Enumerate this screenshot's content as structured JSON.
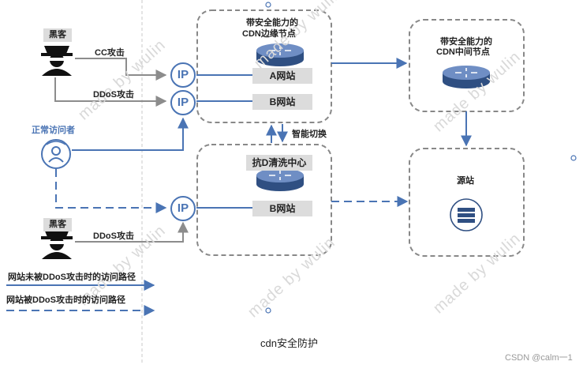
{
  "nodes": {
    "edge_title_1": "带安全能力的",
    "edge_title_2": "CDN边缘节点",
    "site_a": "A网站",
    "site_b_edge": "B网站",
    "mid_title_1": "带安全能力的",
    "mid_title_2": "CDN中间节点",
    "scrub_title": "抗D清洗中心",
    "site_b_scrub": "B网站",
    "origin": "源站",
    "ip": "IP",
    "switch": "智能切换"
  },
  "actors": {
    "hacker": "黑客",
    "visitor": "正常访问者"
  },
  "attacks": {
    "cc": "CC攻击",
    "ddos": "DDoS攻击"
  },
  "legend": {
    "normal": "网站未被DDoS攻击时的访问路径",
    "attacked": "网站被DDoS攻击时的访问路径"
  },
  "watermark": "made by wulin",
  "caption": "cdn安全防护",
  "credit": "CSDN @calm一1",
  "colors": {
    "accent": "#4a74b4",
    "box_border": "#888888",
    "tag_fill": "#dcdcdc"
  }
}
